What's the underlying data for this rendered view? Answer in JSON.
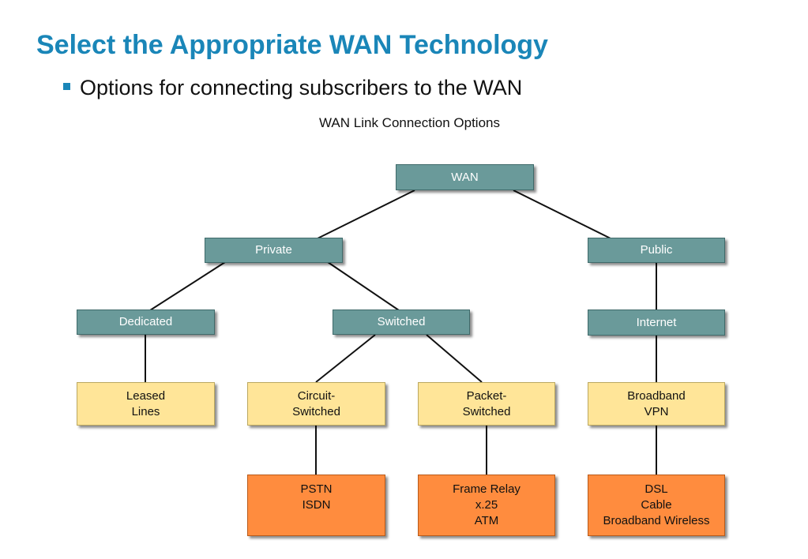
{
  "slide": {
    "title": "Select the Appropriate WAN Technology",
    "bullet": "Options for connecting subscribers to the WAN"
  },
  "diagram": {
    "title": "WAN Link Connection Options",
    "nodes": {
      "wan": "WAN",
      "private": "Private",
      "public": "Public",
      "dedicated": "Dedicated",
      "switched": "Switched",
      "internet": "Internet",
      "leased_lines": "Leased\nLines",
      "circuit_switched": "Circuit-\nSwitched",
      "packet_switched": "Packet-\nSwitched",
      "broadband_vpn": "Broadband\nVPN",
      "pstn_isdn": "PSTN\nISDN",
      "frame_relay_x25_atm": "Frame Relay\nx.25\nATM",
      "dsl_cable_wireless": "DSL\nCable\nBroadband Wireless"
    },
    "colors": {
      "category": "#6a9a9a",
      "option": "#ffe598",
      "technology": "#ff8c3e"
    }
  }
}
